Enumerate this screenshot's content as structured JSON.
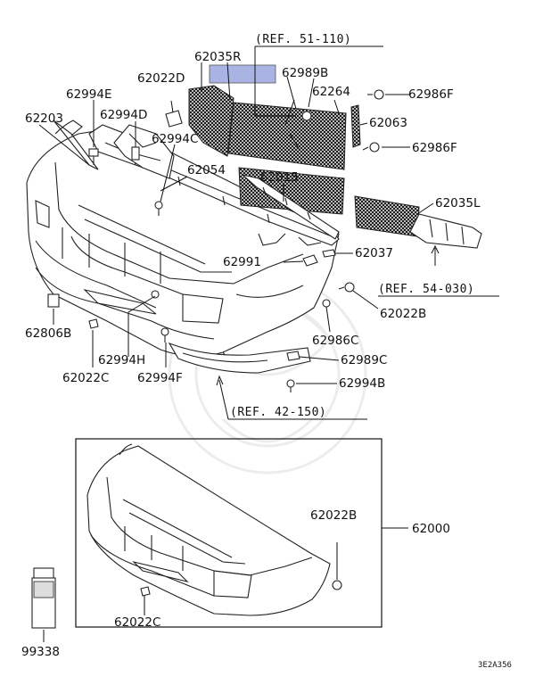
{
  "callouts": [
    {
      "id": "62035R",
      "text": "62035R"
    },
    {
      "id": "62022D",
      "text": "62022D"
    },
    {
      "id": "62989B",
      "text": "62989B"
    },
    {
      "id": "62994E",
      "text": "62994E"
    },
    {
      "id": "62264",
      "text": "62264"
    },
    {
      "id": "62986F_top",
      "text": "62986F"
    },
    {
      "id": "62203",
      "text": "62203"
    },
    {
      "id": "62994D",
      "text": "62994D"
    },
    {
      "id": "62063",
      "text": "62063"
    },
    {
      "id": "62994C",
      "text": "62994C"
    },
    {
      "id": "62986F_mid",
      "text": "62986F"
    },
    {
      "id": "62054",
      "text": "62054"
    },
    {
      "id": "62015",
      "text": "62015"
    },
    {
      "id": "62035L",
      "text": "62035L"
    },
    {
      "id": "62037",
      "text": "62037"
    },
    {
      "id": "62991",
      "text": "62991"
    },
    {
      "id": "62022B_top",
      "text": "62022B"
    },
    {
      "id": "62806B",
      "text": "62806B"
    },
    {
      "id": "62986C",
      "text": "62986C"
    },
    {
      "id": "62994H",
      "text": "62994H"
    },
    {
      "id": "62989C",
      "text": "62989C"
    },
    {
      "id": "62022C_top",
      "text": "62022C"
    },
    {
      "id": "62994F",
      "text": "62994F"
    },
    {
      "id": "62994B",
      "text": "62994B"
    },
    {
      "id": "62022B_bot",
      "text": "62022B"
    },
    {
      "id": "62000",
      "text": "62000"
    },
    {
      "id": "62022C_bot",
      "text": "62022C"
    },
    {
      "id": "99338",
      "text": "99338"
    }
  ],
  "references": [
    {
      "id": "ref_51_110",
      "text": "(REF. 51-110)"
    },
    {
      "id": "ref_54_030",
      "text": "(REF. 54-030)"
    },
    {
      "id": "ref_42_150",
      "text": "(REF. 42-150)"
    }
  ],
  "diagram_code": "3E2A356",
  "highlight_color": "#a9b3e4",
  "line_color": "#111111"
}
